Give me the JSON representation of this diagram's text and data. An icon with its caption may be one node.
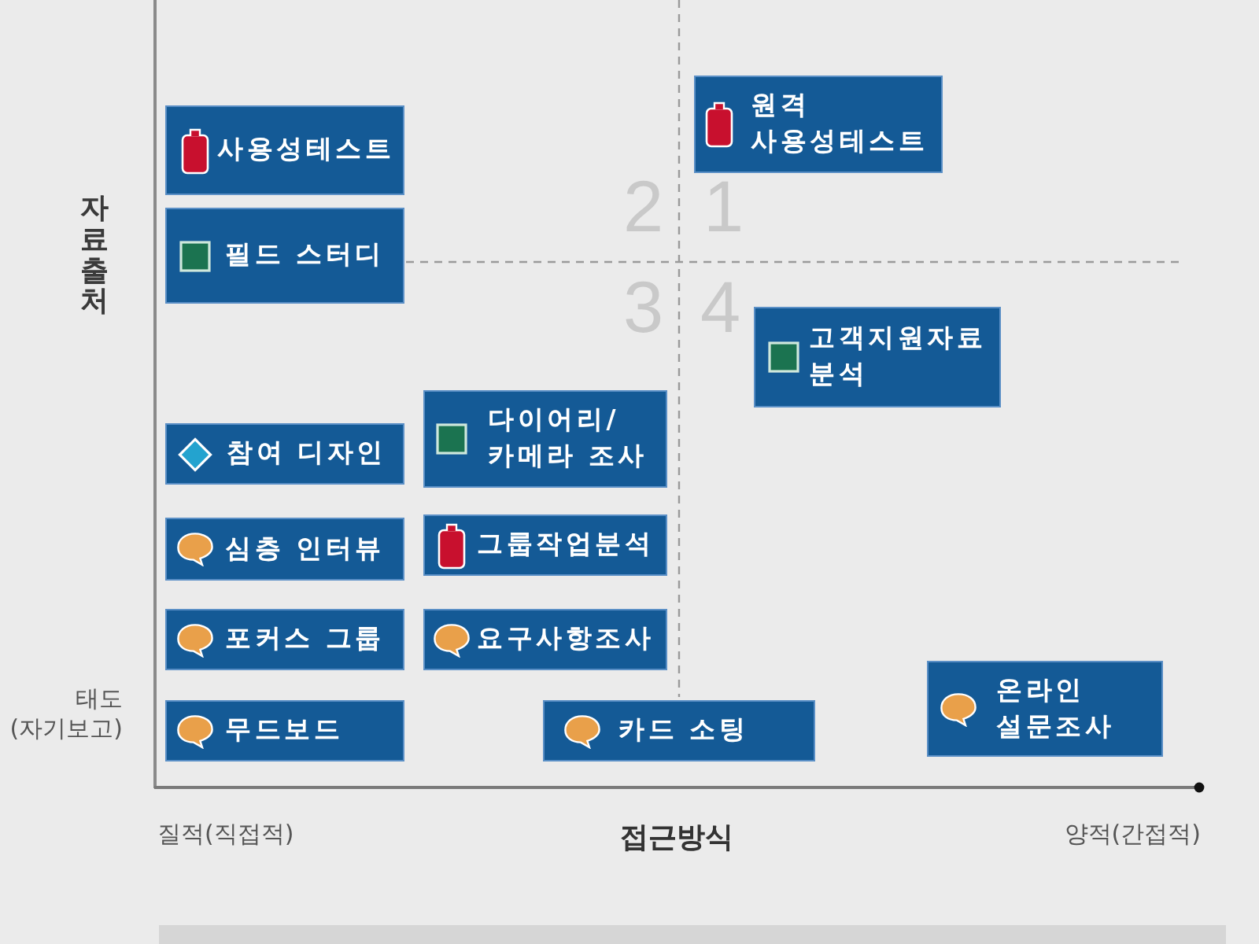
{
  "diagram": {
    "nodes": [
      {
        "text": [
          "사용성테스트"
        ]
      },
      {
        "text": [
          "원격 사용성테스트"
        ]
      },
      {
        "text": [
          "필드 스터디"
        ]
      },
      {
        "text": [
          "고객지원자료 분석"
        ]
      },
      {
        "text": [
          "참여 디자인"
        ]
      },
      {
        "text": [
          "다이어리/ 카메라 조사"
        ]
      },
      {
        "text": [
          "심층 인터뷰"
        ]
      },
      {
        "text": [
          "그룹작업분석"
        ]
      },
      {
        "text": [
          "포커스 그룹"
        ]
      },
      {
        "text": [
          "요구사항조사"
        ]
      },
      {
        "text": [
          "온라인 설문조사"
        ]
      },
      {
        "text": [
          "무드보드"
        ]
      },
      {
        "text": [
          "카드 소팅"
        ]
      }
    ],
    "labels": [
      "2",
      "1",
      "3",
      "4",
      "자료출처",
      "태도 (자기보고)",
      "질적(직접적)",
      "접근방식",
      "양적(간접적)"
    ]
  }
}
